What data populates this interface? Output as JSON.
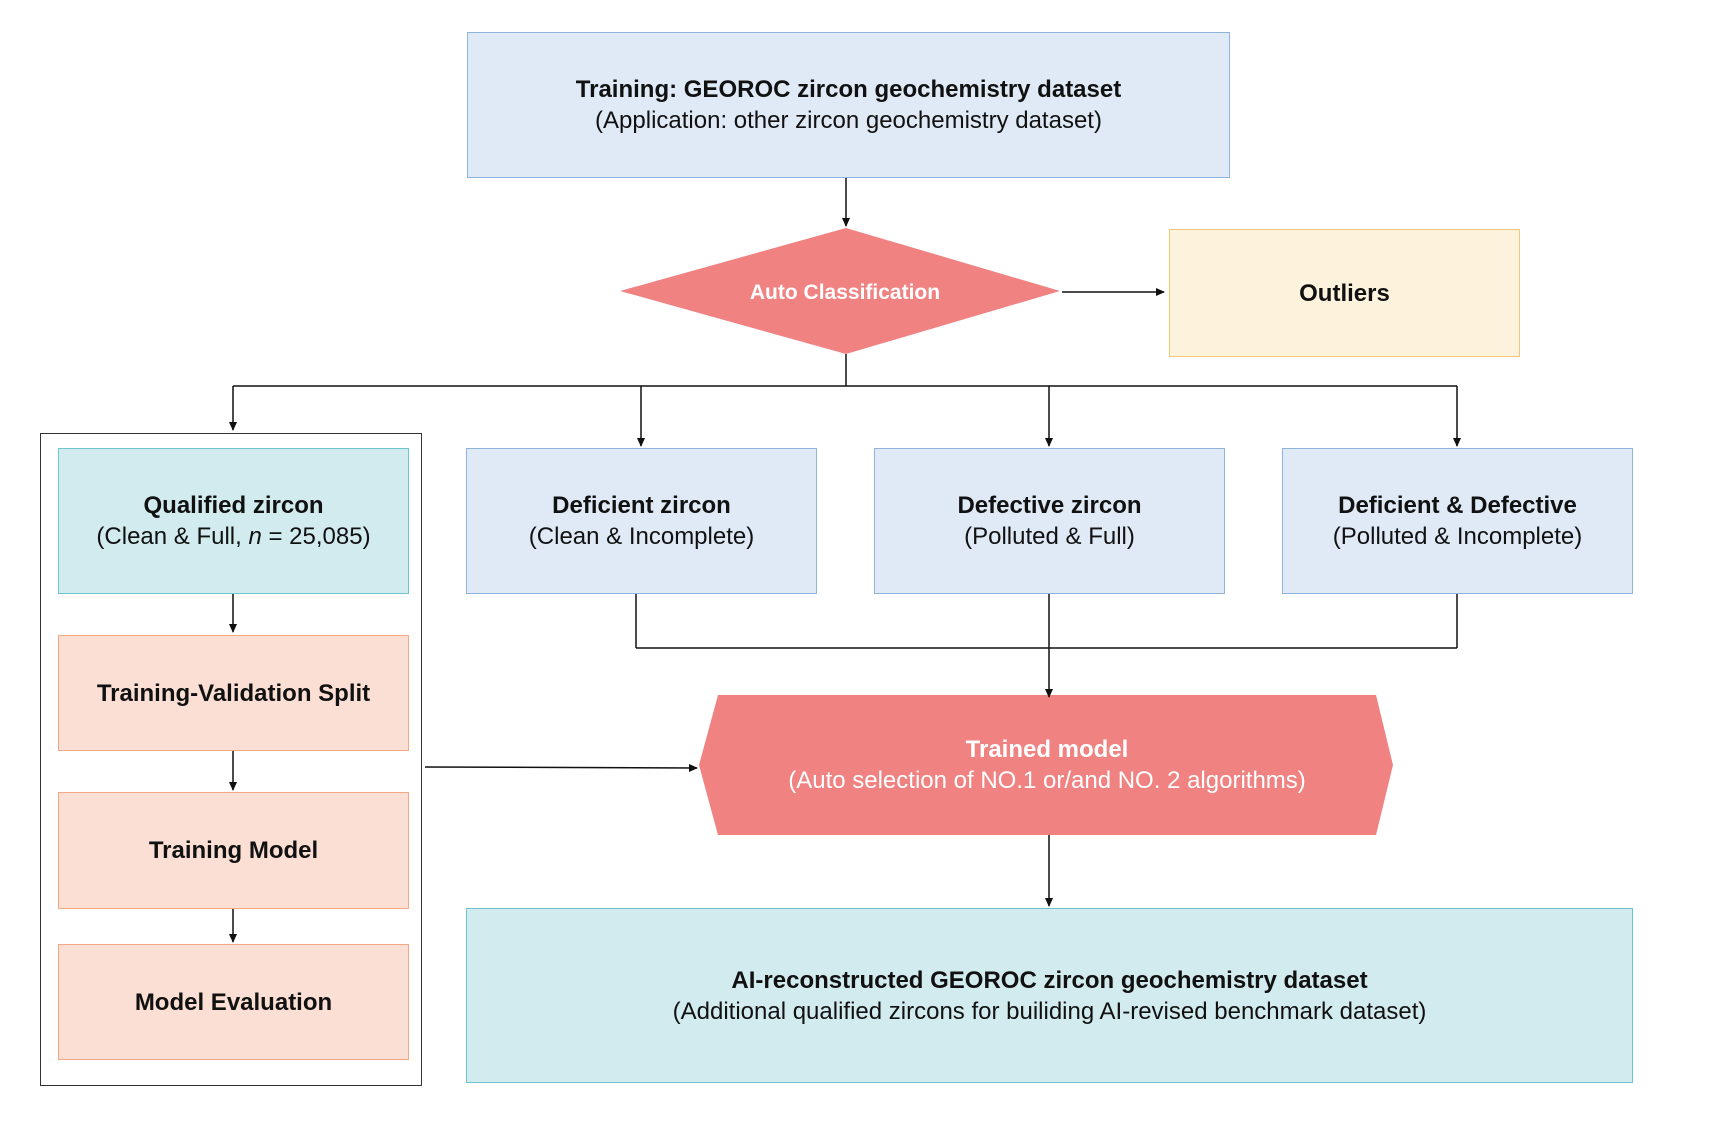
{
  "nodes": {
    "training_dataset": {
      "title": "Training: GEOROC zircon geochemistry dataset",
      "subtitle": "(Application: other zircon geochemistry dataset)"
    },
    "auto_classification": {
      "title": "Auto Classification"
    },
    "outliers": {
      "title": "Outliers"
    },
    "qualified": {
      "title": "Qualified zircon",
      "subtitle_prefix": "(Clean & Full, ",
      "subtitle_italic": "n",
      "subtitle_suffix": " = 25,085)"
    },
    "deficient": {
      "title": "Deficient zircon",
      "subtitle": "(Clean & Incomplete)"
    },
    "defective": {
      "title": "Defective zircon",
      "subtitle": "(Polluted & Full)"
    },
    "deficient_defective": {
      "title": "Deficient & Defective",
      "subtitle": "(Polluted & Incomplete)"
    },
    "split": {
      "title": "Training-Validation Split"
    },
    "training_model": {
      "title": "Training Model"
    },
    "model_evaluation": {
      "title": "Model Evaluation"
    },
    "trained_model": {
      "title": "Trained model",
      "subtitle": "(Auto selection of NO.1 or/and NO. 2 algorithms)"
    },
    "ai_dataset": {
      "title": "AI-reconstructed GEOROC zircon geochemistry dataset",
      "subtitle": "(Additional qualified zircons for builiding AI-revised benchmark dataset)"
    }
  },
  "colors": {
    "diamond_fill": "#f08282",
    "hexagon_fill": "#f08282",
    "edge": "#111111"
  }
}
